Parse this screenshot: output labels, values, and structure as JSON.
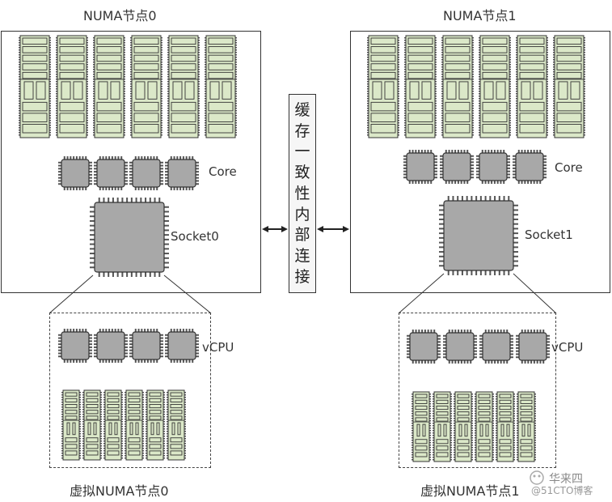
{
  "node0": {
    "title": "NUMA节点0",
    "core_label": "Core",
    "socket_label": "Socket0"
  },
  "node1": {
    "title": "NUMA节点1",
    "core_label": "Core",
    "socket_label": "Socket1"
  },
  "interconnect_chars": [
    "缓",
    "存",
    "一",
    "致",
    "性",
    "内",
    "部",
    "连",
    "接"
  ],
  "vnode0": {
    "title": "虚拟NUMA节点0",
    "vcpu_label": "vCPU"
  },
  "vnode1": {
    "title": "虚拟NUMA节点1",
    "vcpu_label": "vCPU"
  },
  "watermark": {
    "brand": "华来四",
    "site": "@51CTO博客"
  },
  "colors": {
    "memory_fill": "#dbe8c8",
    "chip_fill": "#a8a8a8",
    "pin": "#555555",
    "line": "#333333"
  }
}
